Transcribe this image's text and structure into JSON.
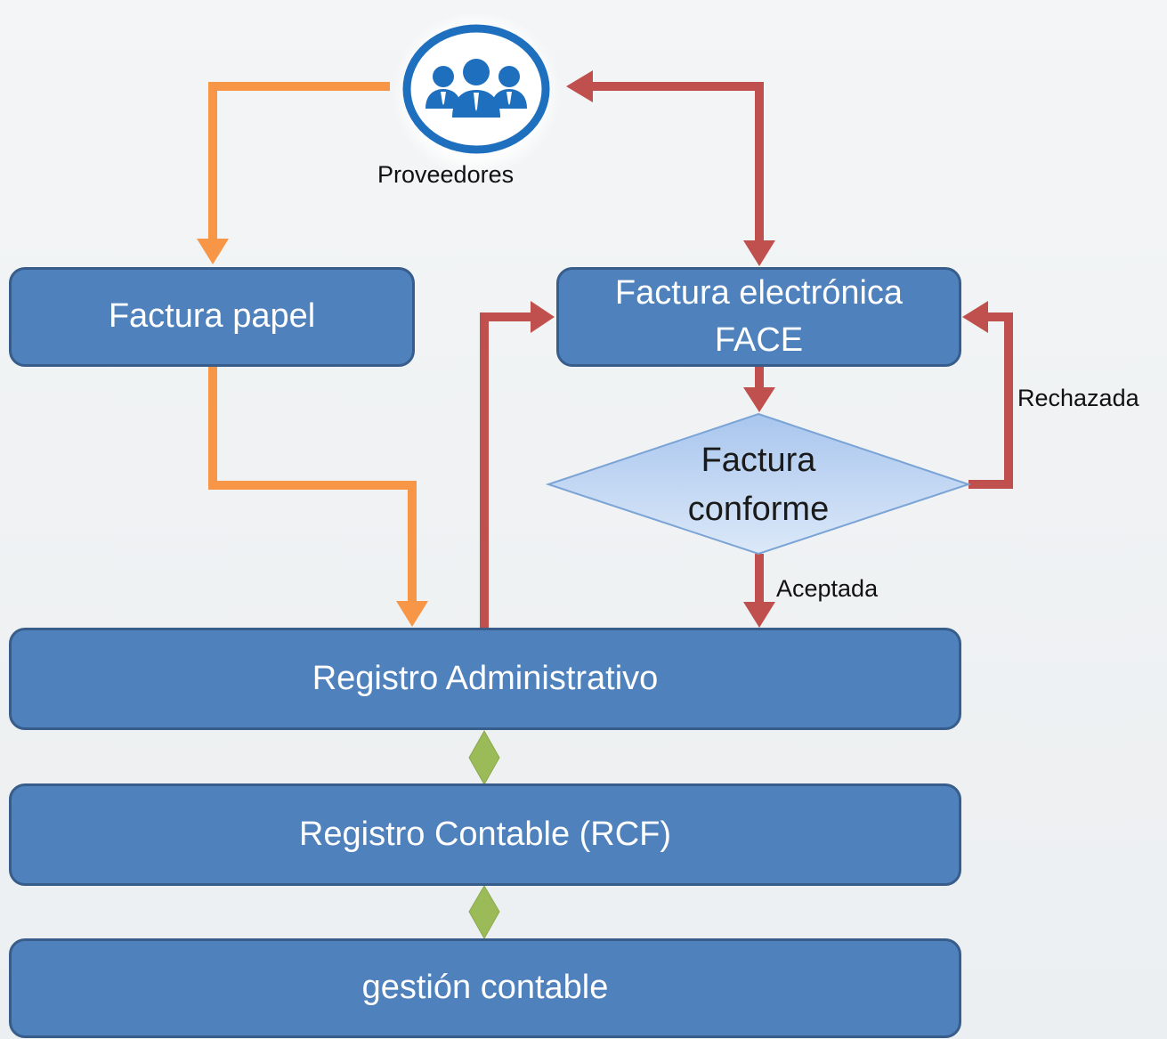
{
  "nodes": {
    "providers": {
      "label": "Proveedores",
      "icon": "people-group-icon"
    },
    "paper_invoice": {
      "label": "Factura papel"
    },
    "electronic_invoice": {
      "line1": "Factura electrónica",
      "line2": "FACE"
    },
    "decision": {
      "line1": "Factura",
      "line2": "conforme"
    },
    "admin_registry": {
      "label": "Registro Administrativo"
    },
    "accounting_registry": {
      "label": "Registro Contable (RCF)"
    },
    "accounting_management": {
      "label": "gestión contable"
    }
  },
  "edge_labels": {
    "rejected": "Rechazada",
    "accepted": "Aceptada"
  },
  "colors": {
    "box_fill": "#4f81bd",
    "box_border": "#385d8a",
    "paper_flow": "#f79646",
    "electronic_flow": "#c0504d",
    "sync_arrow": "#9bbb59",
    "decision_fill": "#bcd3f2",
    "icon_blue": "#1f6fbf"
  }
}
